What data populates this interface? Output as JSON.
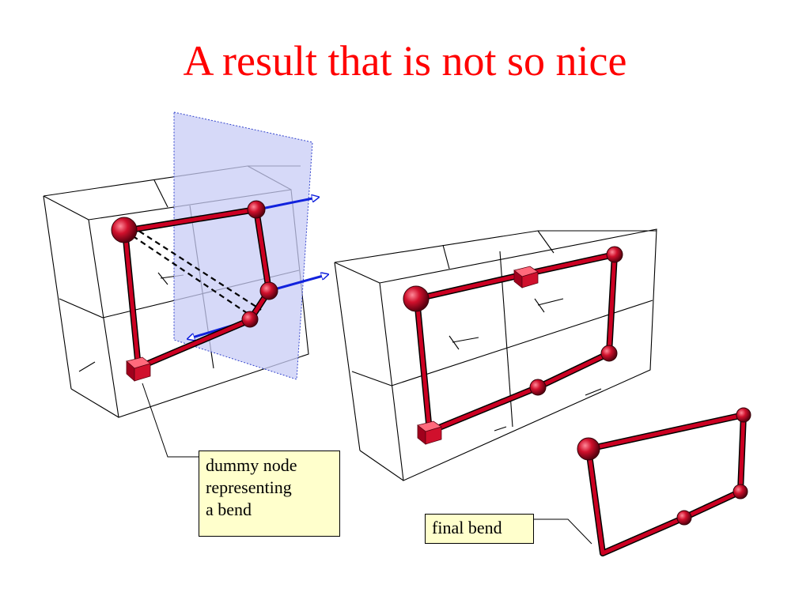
{
  "slide": {
    "title": "A result that is not so nice"
  },
  "callouts": {
    "dummy_node": [
      "dummy node",
      "representing",
      "a bend"
    ],
    "final_bend": "final bend"
  },
  "colors": {
    "title": "#ff0000",
    "edge": "#cc0022",
    "node": "#cc0022",
    "plane": "#c8ccf5",
    "arrow": "#1122dd",
    "callout_bg": "#ffffcc"
  }
}
